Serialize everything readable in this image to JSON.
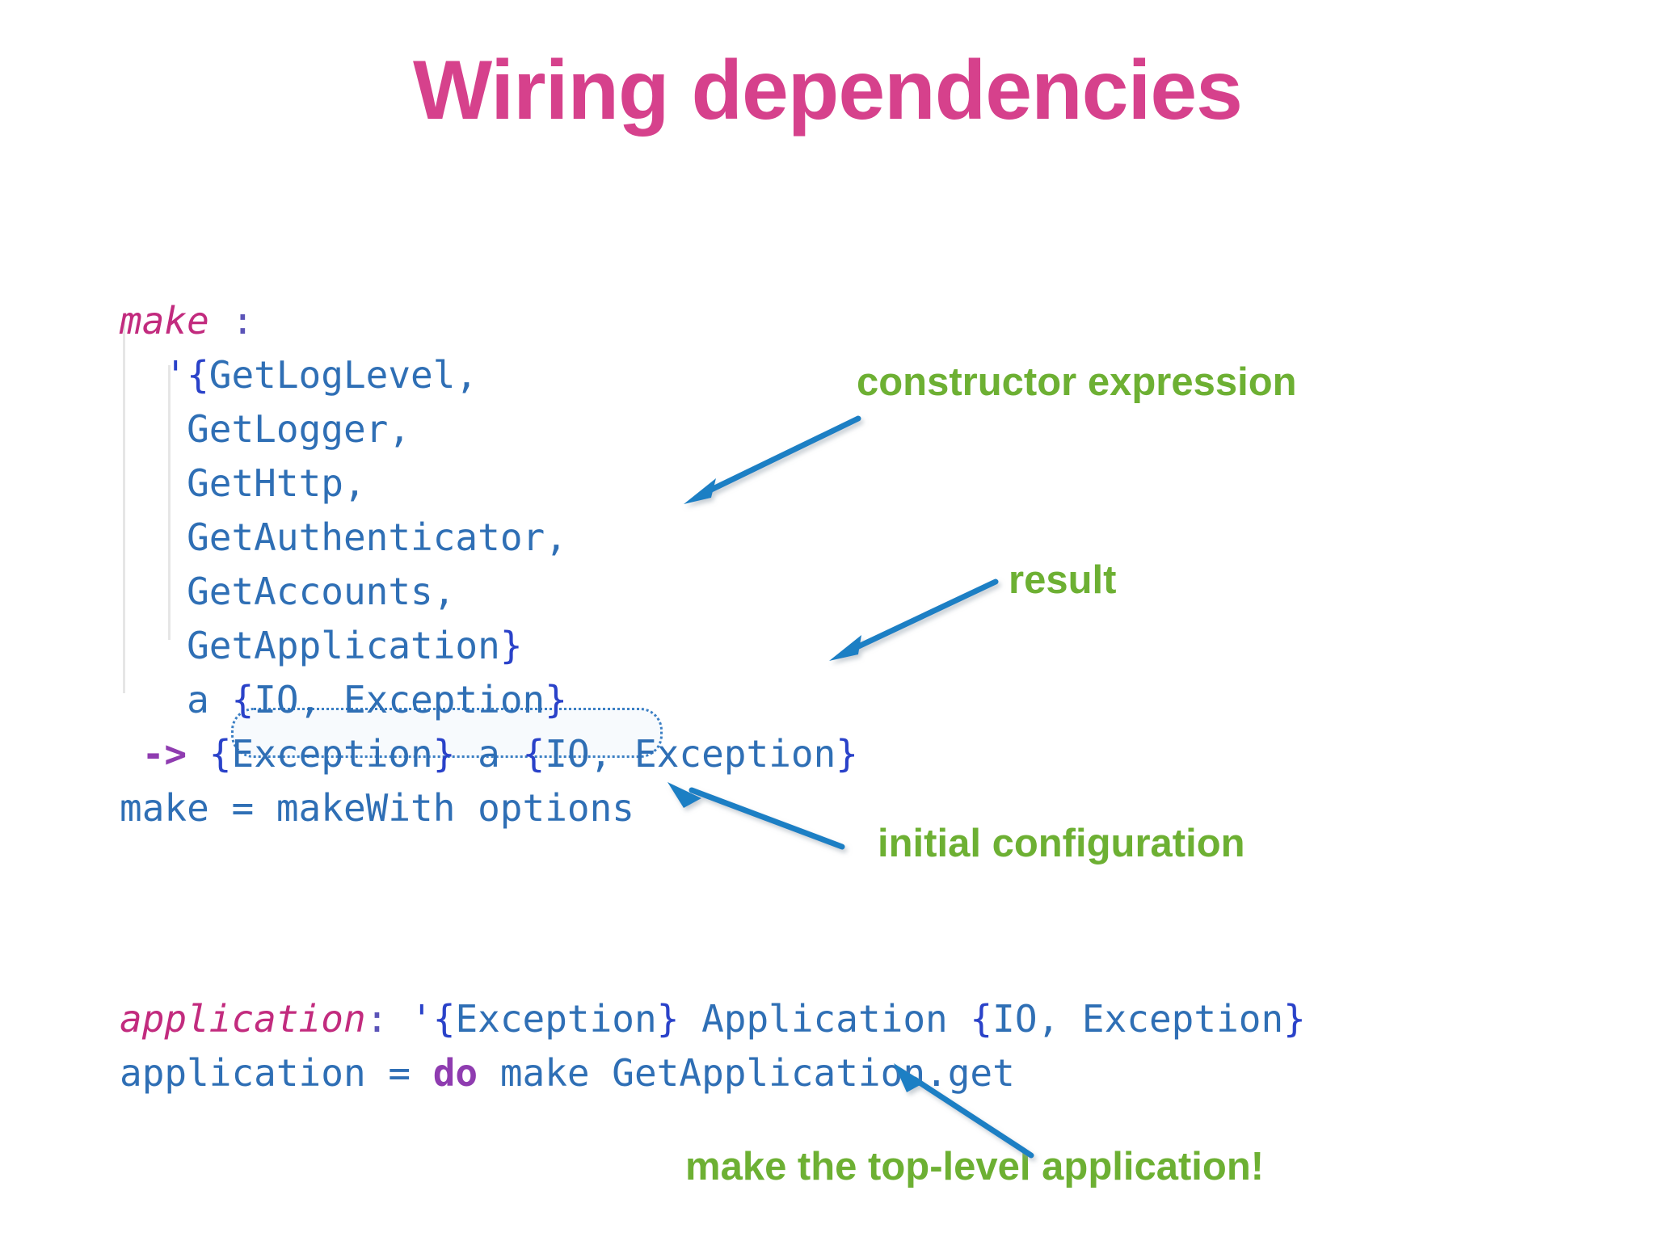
{
  "slide": {
    "title": "Wiring dependencies",
    "background_color": "#ffffff",
    "title_color": "#d6418c",
    "annotation_label_color": "#6db033",
    "arrow_color": "#1c7fc4",
    "code_color": "#2f6fb5"
  },
  "code_block_1": {
    "lines": [
      {
        "id": "signature-head",
        "segments": [
          {
            "text": "make",
            "kind": "identifier-italic"
          },
          {
            "text": " ",
            "kind": "plain"
          },
          {
            "text": ":",
            "kind": "punct"
          }
        ]
      },
      {
        "id": "deps-open",
        "segments": [
          {
            "text": "  ",
            "kind": "plain"
          },
          {
            "text": "'{",
            "kind": "brace"
          },
          {
            "text": "GetLogLevel",
            "kind": "type"
          },
          {
            "text": ",",
            "kind": "plain"
          }
        ]
      },
      {
        "id": "dep-getlogger",
        "segments": [
          {
            "text": "   ",
            "kind": "plain"
          },
          {
            "text": "GetLogger",
            "kind": "type"
          },
          {
            "text": ",",
            "kind": "plain"
          }
        ]
      },
      {
        "id": "dep-gethttp",
        "segments": [
          {
            "text": "   ",
            "kind": "plain"
          },
          {
            "text": "GetHttp",
            "kind": "type"
          },
          {
            "text": ",",
            "kind": "plain"
          }
        ]
      },
      {
        "id": "dep-getauthenticator",
        "segments": [
          {
            "text": "   ",
            "kind": "plain"
          },
          {
            "text": "GetAuthenticator",
            "kind": "type"
          },
          {
            "text": ",",
            "kind": "plain"
          }
        ]
      },
      {
        "id": "dep-getaccounts",
        "segments": [
          {
            "text": "   ",
            "kind": "plain"
          },
          {
            "text": "GetAccounts",
            "kind": "type"
          },
          {
            "text": ",",
            "kind": "plain"
          }
        ]
      },
      {
        "id": "dep-getapplication",
        "segments": [
          {
            "text": "   ",
            "kind": "plain"
          },
          {
            "text": "GetApplication",
            "kind": "type"
          },
          {
            "text": "}",
            "kind": "brace"
          }
        ]
      },
      {
        "id": "constructor-expression-tail",
        "segments": [
          {
            "text": "   ",
            "kind": "plain"
          },
          {
            "text": "a ",
            "kind": "plain"
          },
          {
            "text": "{",
            "kind": "brace"
          },
          {
            "text": "IO, Exception",
            "kind": "type"
          },
          {
            "text": "}",
            "kind": "brace"
          }
        ]
      },
      {
        "id": "result-line",
        "segments": [
          {
            "text": " ",
            "kind": "plain"
          },
          {
            "text": "->",
            "kind": "arrow"
          },
          {
            "text": " ",
            "kind": "plain"
          },
          {
            "text": "{",
            "kind": "brace"
          },
          {
            "text": "Exception",
            "kind": "type"
          },
          {
            "text": "}",
            "kind": "brace"
          },
          {
            "text": " a ",
            "kind": "plain"
          },
          {
            "text": "{",
            "kind": "brace"
          },
          {
            "text": "IO, Exception",
            "kind": "type"
          },
          {
            "text": "}",
            "kind": "brace"
          }
        ]
      },
      {
        "id": "definition-line",
        "segments": [
          {
            "text": "make = makeWith options",
            "kind": "plain"
          }
        ]
      }
    ]
  },
  "code_block_2": {
    "lines": [
      {
        "id": "application-signature",
        "segments": [
          {
            "text": "application",
            "kind": "identifier-italic"
          },
          {
            "text": ":",
            "kind": "punct"
          },
          {
            "text": " ",
            "kind": "plain"
          },
          {
            "text": "'{",
            "kind": "brace"
          },
          {
            "text": "Exception",
            "kind": "type"
          },
          {
            "text": "}",
            "kind": "brace"
          },
          {
            "text": " Application ",
            "kind": "plain"
          },
          {
            "text": "{",
            "kind": "brace"
          },
          {
            "text": "IO, Exception",
            "kind": "type"
          },
          {
            "text": "}",
            "kind": "brace"
          }
        ]
      },
      {
        "id": "application-definition",
        "segments": [
          {
            "text": "application = ",
            "kind": "plain"
          },
          {
            "text": "do",
            "kind": "keyword"
          },
          {
            "text": " make GetApplication.get",
            "kind": "plain"
          }
        ]
      }
    ]
  },
  "annotations": [
    {
      "id": "constructor-expression",
      "label": "constructor expression"
    },
    {
      "id": "result",
      "label": "result"
    },
    {
      "id": "initial-configuration",
      "label": "initial configuration"
    },
    {
      "id": "make-top-level",
      "label": "make the top-level application!"
    }
  ]
}
